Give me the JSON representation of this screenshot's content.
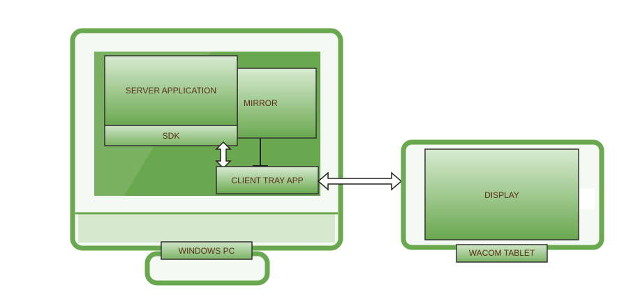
{
  "labels": {
    "server_application": "SERVER APPLICATION",
    "sdk": "SDK",
    "mirror": "MIRROR",
    "client_tray_app": "CLIENT TRAY APP",
    "display": "DISPLAY",
    "windows_pc": "WINDOWS PC",
    "wacom_tablet": "WACOM TABLET"
  },
  "colors": {
    "bezel": "#6aa84f",
    "screen": "#6aa84f",
    "box_top": "#d6ead0",
    "box_bottom": "#6aa84f",
    "border": "#333333",
    "text": "#5a2f1a"
  }
}
